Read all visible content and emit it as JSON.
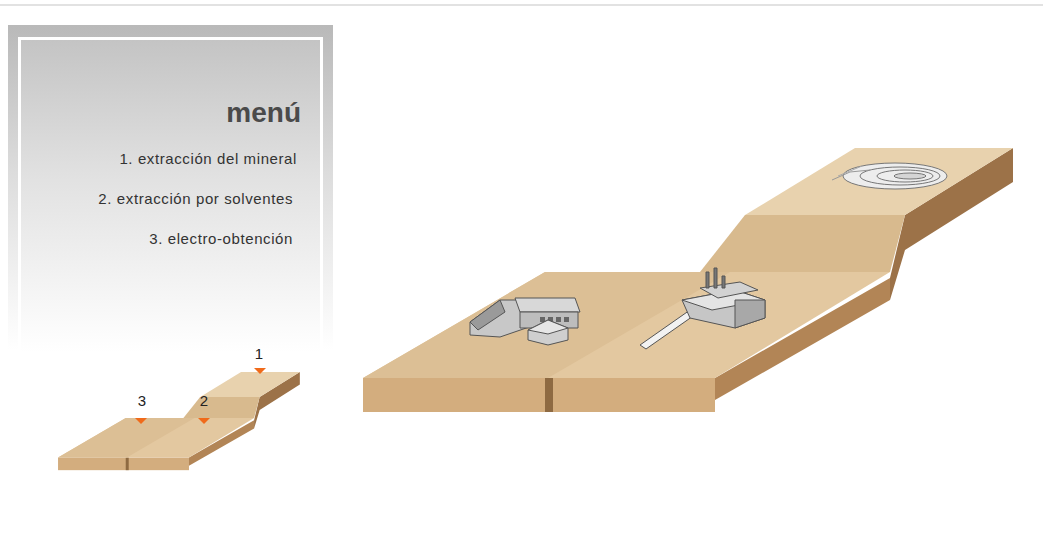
{
  "diagram": {
    "nodes": [
      {
        "text": [
          "menú",
          "1. extracción del mineral",
          "2. extracción por solventes",
          "3. electro-obtención"
        ]
      }
    ],
    "labels": [
      "1",
      "3",
      "2"
    ]
  }
}
